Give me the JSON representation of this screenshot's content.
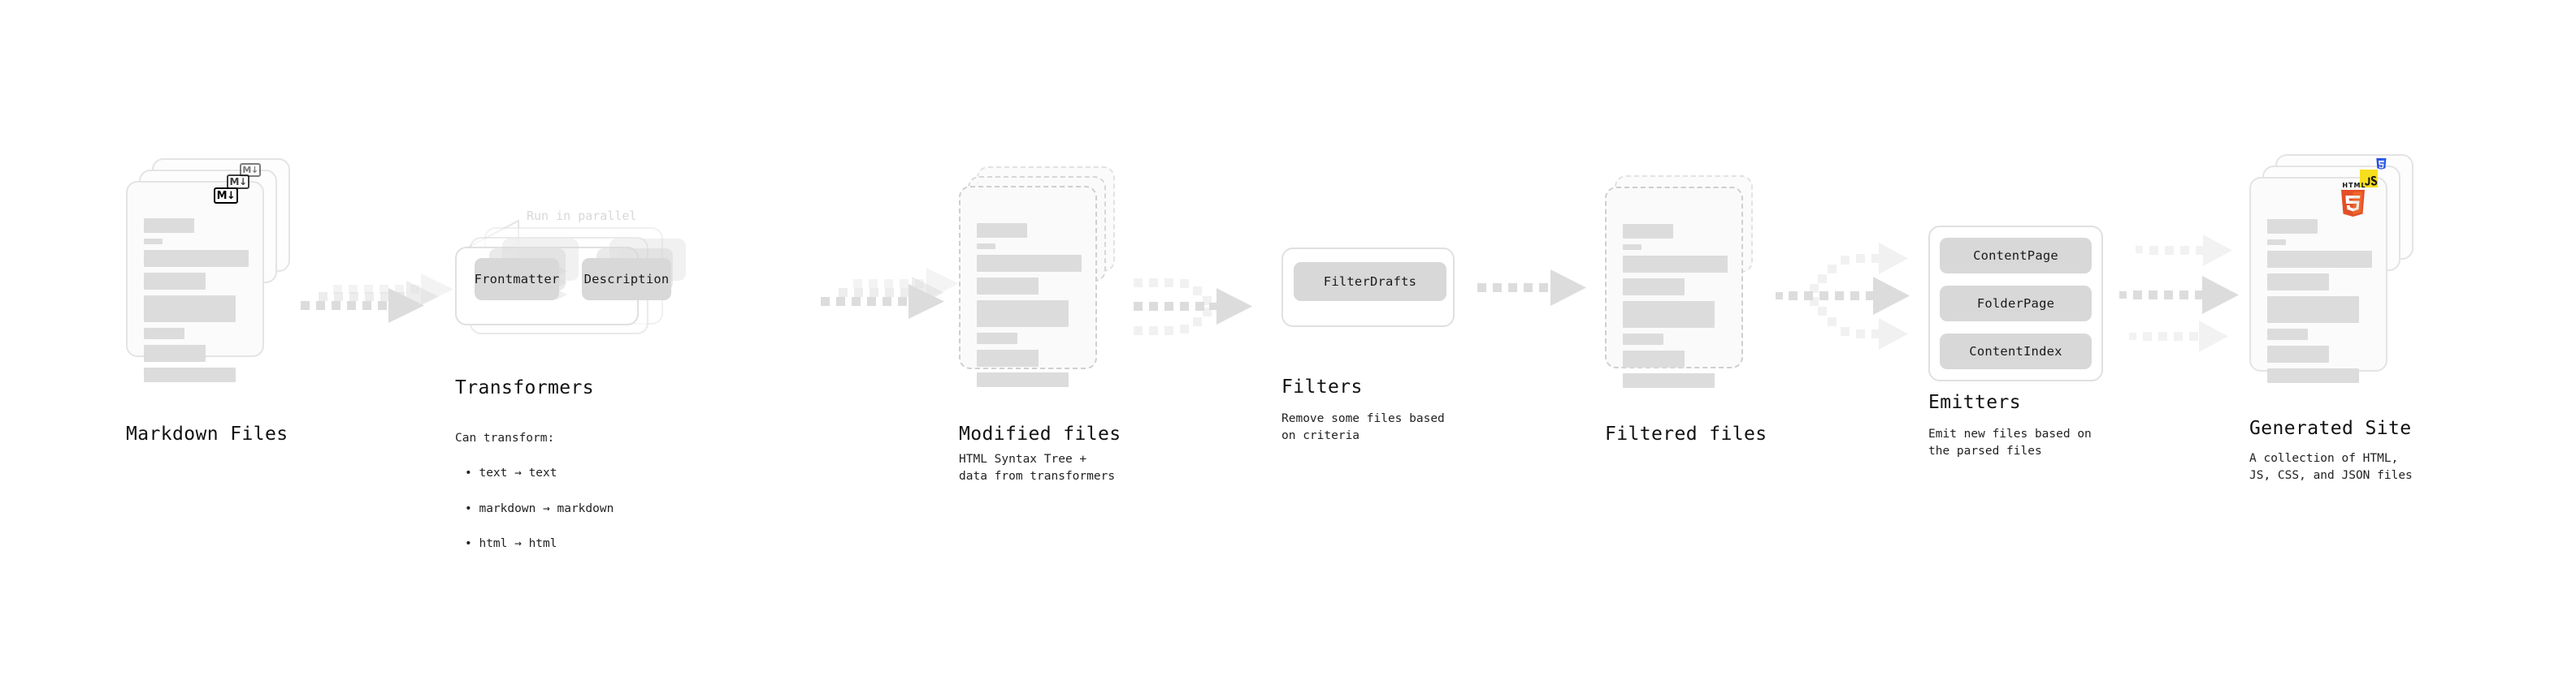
{
  "diagram": {
    "title_semantic": "quartz-build-pipeline",
    "background": "#ffffff",
    "accent_gray": "#d8d8d8",
    "skeleton_gray": "#dcdcdc",
    "border_gray": "#e0e0e0",
    "dash_gray": "#cfcfcf",
    "text_color": "#111111",
    "muted_text": "#d8d8d8"
  },
  "stages": [
    {
      "key": "markdown_files",
      "title": "Markdown Files",
      "subtitle": "",
      "kind": "document-stack",
      "badge": "markdown-badge",
      "badge_label": "M",
      "badge_arrow": "↓"
    },
    {
      "key": "transformers",
      "title": "Transformers",
      "subtitle": "Can transform:",
      "kind": "plugin-group",
      "note": "Run in parallel",
      "bullets": [
        "• text → text",
        "• markdown → markdown",
        "• html → html"
      ],
      "plugins": [
        "Frontmatter",
        "Description"
      ]
    },
    {
      "key": "modified_files",
      "title": "Modified files",
      "subtitle": "HTML Syntax Tree +\ndata from transformers",
      "kind": "document-stack-dashed"
    },
    {
      "key": "filters",
      "title": "Filters",
      "subtitle": "Remove some files based\non criteria",
      "kind": "plugin-group",
      "plugins": [
        "FilterDrafts"
      ]
    },
    {
      "key": "filtered_files",
      "title": "Filtered files",
      "subtitle": "",
      "kind": "document-stack-dashed"
    },
    {
      "key": "emitters",
      "title": "Emitters",
      "subtitle": "Emit new files based on\nthe parsed files",
      "kind": "plugin-group",
      "plugins": [
        "ContentPage",
        "FolderPage",
        "ContentIndex"
      ]
    },
    {
      "key": "generated_site",
      "title": "Generated Site",
      "subtitle": "A collection of HTML,\nJS, CSS, and JSON files",
      "kind": "document-stack",
      "badges": [
        "html5-badge",
        "js-badge",
        "css3-badge"
      ],
      "badge_labels": {
        "html5": "HTML",
        "html5_num": "5",
        "css3": "CSS",
        "css3_num": "3"
      }
    }
  ],
  "connectors": [
    {
      "key": "md-to-transformers",
      "style": "parallel-3",
      "label": ""
    },
    {
      "key": "transformers-to-modified",
      "style": "parallel-3",
      "label": ""
    },
    {
      "key": "modified-to-filters",
      "style": "converge-3",
      "label": ""
    },
    {
      "key": "filters-to-filtered",
      "style": "single",
      "label": ""
    },
    {
      "key": "filtered-to-emitters",
      "style": "diverge-3",
      "label": ""
    },
    {
      "key": "emitters-to-site",
      "style": "parallel-3",
      "label": ""
    }
  ],
  "transformer_inner_arrows": 3
}
